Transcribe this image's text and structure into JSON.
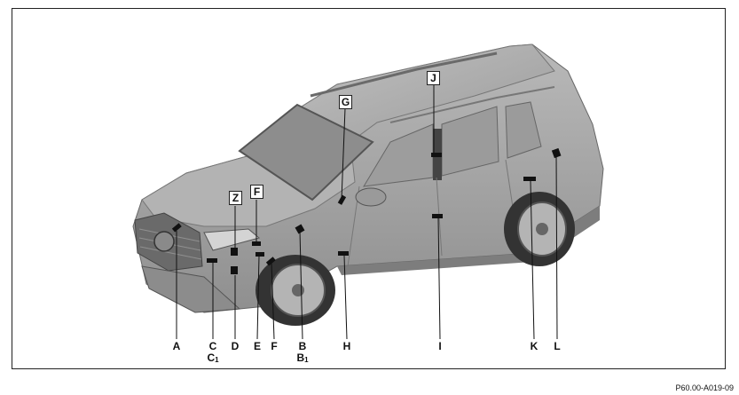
{
  "reference_code": "P60.00-A019-09",
  "bottom_labels": [
    {
      "id": "A",
      "text": "A"
    },
    {
      "id": "C",
      "text": "C",
      "sub_main": "C",
      "sub_index": "1"
    },
    {
      "id": "D",
      "text": "D"
    },
    {
      "id": "E",
      "text": "E"
    },
    {
      "id": "F-lower",
      "text": "F"
    },
    {
      "id": "B",
      "text": "B",
      "sub_main": "B",
      "sub_index": "1"
    },
    {
      "id": "H",
      "text": "H"
    },
    {
      "id": "I",
      "text": "I"
    },
    {
      "id": "K",
      "text": "K"
    },
    {
      "id": "L",
      "text": "L"
    }
  ],
  "boxed_labels": [
    {
      "id": "Z",
      "text": "Z"
    },
    {
      "id": "F-upper",
      "text": "F"
    },
    {
      "id": "G",
      "text": "G"
    },
    {
      "id": "J",
      "text": "J"
    }
  ],
  "colors": {
    "car_body": "#a4a4a4",
    "car_dark": "#5a5a5a",
    "glass": "#8d8d8d",
    "marker": "#111111"
  }
}
